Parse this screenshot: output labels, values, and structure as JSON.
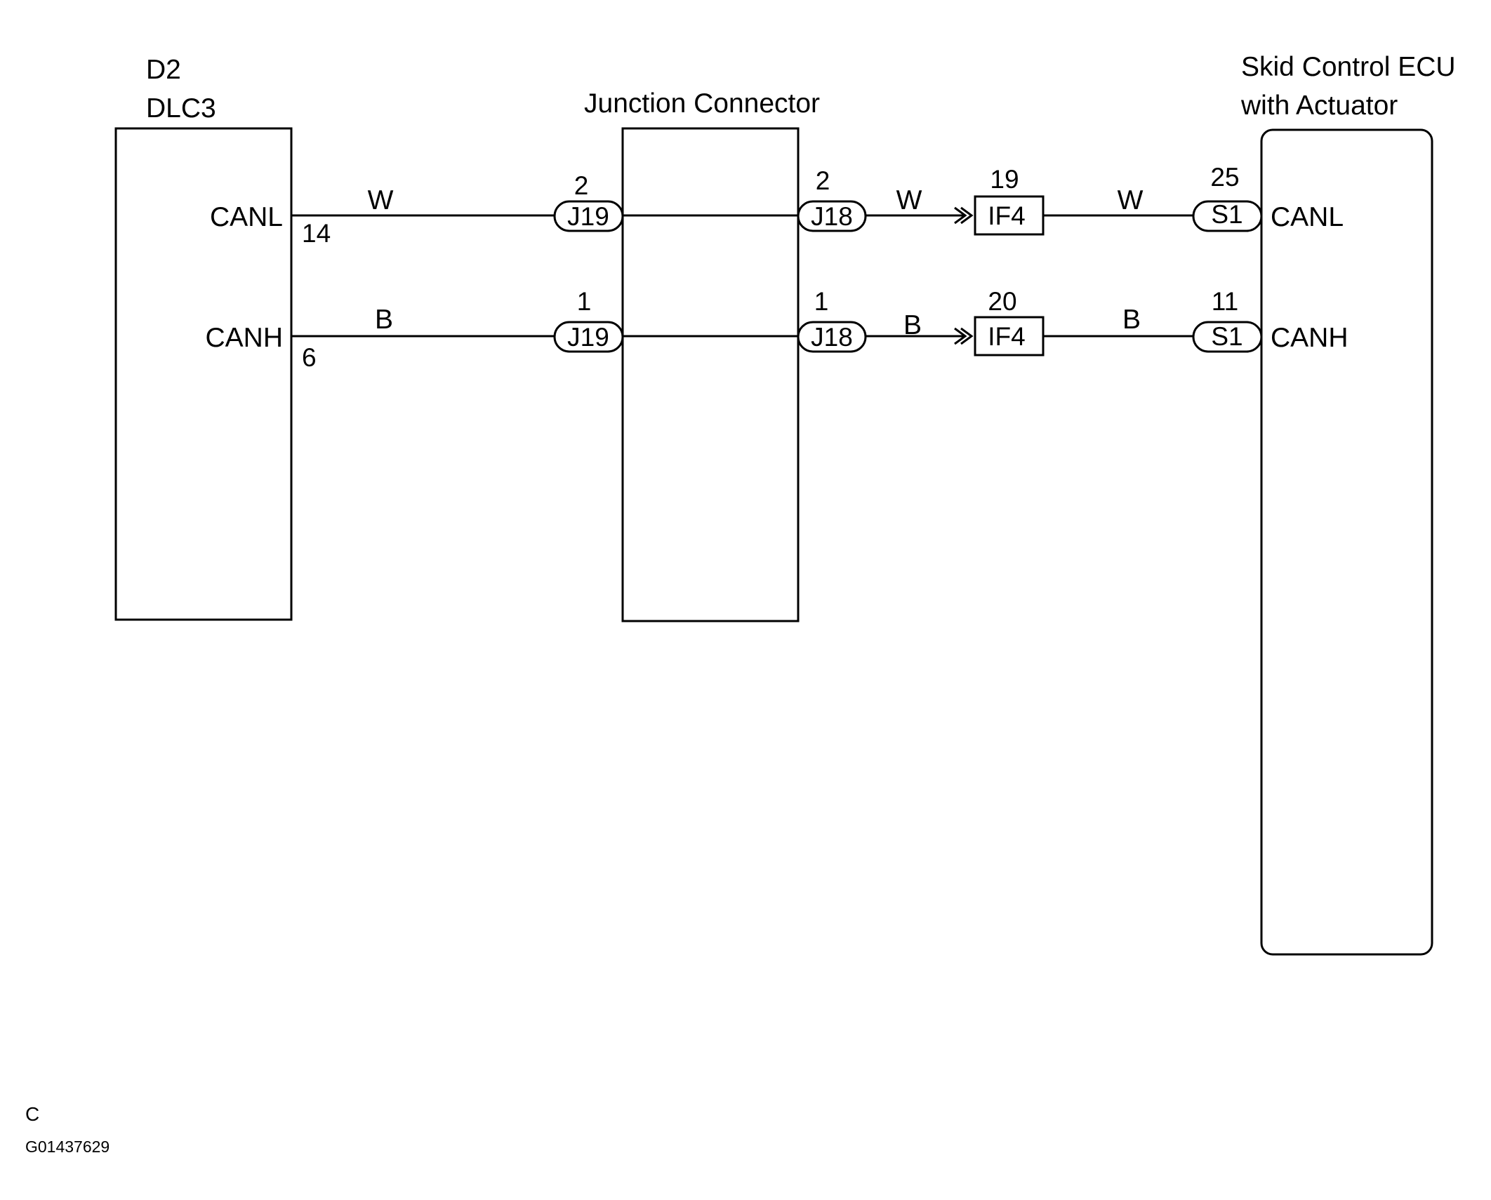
{
  "components": {
    "dlc3": {
      "ref": "D2",
      "name": "DLC3"
    },
    "junction": {
      "name": "Junction Connector"
    },
    "ecu": {
      "name_line1": "Skid Control ECU",
      "name_line2": "with Actuator"
    }
  },
  "circuits": [
    {
      "dlc_pin_label": "CANL",
      "dlc_pin_no": "14",
      "wire_color_left": "W",
      "j19": {
        "connector": "J19",
        "pin": "2"
      },
      "j18": {
        "connector": "J18",
        "pin": "2"
      },
      "wire_color_mid": "W",
      "if4": {
        "connector": "IF4",
        "pin": "19"
      },
      "wire_color_right": "W",
      "s1": {
        "connector": "S1",
        "pin": "25"
      },
      "ecu_pin_label": "CANL"
    },
    {
      "dlc_pin_label": "CANH",
      "dlc_pin_no": "6",
      "wire_color_left": "B",
      "j19": {
        "connector": "J19",
        "pin": "1"
      },
      "j18": {
        "connector": "J18",
        "pin": "1"
      },
      "wire_color_mid": "B",
      "if4": {
        "connector": "IF4",
        "pin": "20"
      },
      "wire_color_right": "B",
      "s1": {
        "connector": "S1",
        "pin": "11"
      },
      "ecu_pin_label": "CANH"
    }
  ],
  "footer": {
    "letter": "C",
    "code": "G01437629"
  }
}
